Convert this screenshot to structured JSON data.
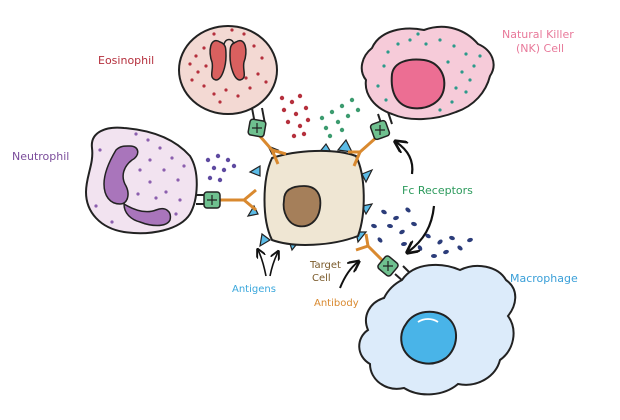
{
  "labels": {
    "eosinophil": "Eosinophil",
    "nk_line1": "Natural Killer",
    "nk_line2": "(NK) Cell",
    "neutrophil": "Neutrophil",
    "fc_receptors": "Fc Receptors",
    "target_line1": "Target",
    "target_line2": "Cell",
    "antigens": "Antigens",
    "antibody": "Antibody",
    "macrophage": "Macrophage"
  },
  "colors": {
    "eosinophil": "#b5303d",
    "nk_cell": "#e8799a",
    "neutrophil": "#7b4d9b",
    "fc_receptors": "#2c9a5c",
    "target_cell": "#7a5a2a",
    "antigens": "#3aa7dc",
    "antibody": "#d9892f",
    "macrophage": "#3a9fd8"
  }
}
